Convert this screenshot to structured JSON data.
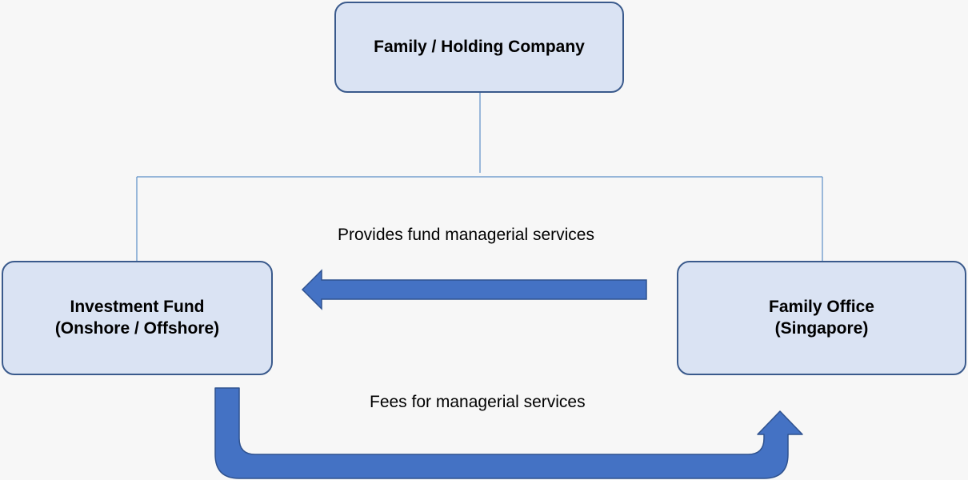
{
  "diagram": {
    "top_box": {
      "line1": "Family / Holding Company"
    },
    "left_box": {
      "line1": "Investment Fund",
      "line2": "(Onshore / Offshore)"
    },
    "right_box": {
      "line1": "Family Office",
      "line2": "(Singapore)"
    },
    "labels": {
      "services": "Provides fund managerial services",
      "fees": "Fees for managerial services"
    },
    "colors": {
      "box_fill": "#dae3f3",
      "box_border": "#3a5a8c",
      "arrow_fill": "#4472c4",
      "arrow_stroke": "#2f528f",
      "connector": "#5b8fc7",
      "background": "#f7f7f7"
    }
  }
}
